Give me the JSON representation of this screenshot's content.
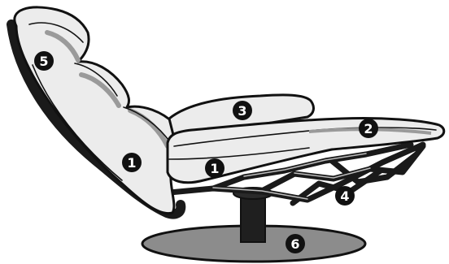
{
  "figure": {
    "colors": {
      "upholstery": "#ececec",
      "seam": "#9a9a9a",
      "frame": "#1a1a1a",
      "base": "#8c8c8c",
      "badge": "#111111",
      "badge_text": "#ffffff"
    },
    "callouts": [
      {
        "id": "backrest-side",
        "label": "1"
      },
      {
        "id": "seat-side",
        "label": "1"
      },
      {
        "id": "footrest",
        "label": "2"
      },
      {
        "id": "seat-cushion",
        "label": "3"
      },
      {
        "id": "mechanism",
        "label": "4"
      },
      {
        "id": "back-frame",
        "label": "5"
      },
      {
        "id": "base",
        "label": "6"
      }
    ]
  }
}
